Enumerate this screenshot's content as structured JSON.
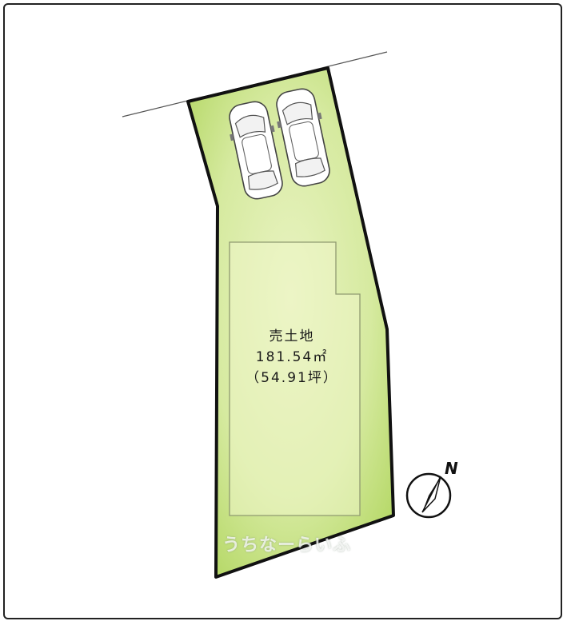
{
  "plot": {
    "title": "売土地",
    "area_sqm": "181.54㎡",
    "area_tsubo": "（54.91坪）"
  },
  "watermark": "うちなーらいふ",
  "compass": {
    "label": "N"
  },
  "colors": {
    "lot_fill": "#c9e38a",
    "lot_fill_inner": "#e4f0b6",
    "lot_border": "#111111",
    "building_line": "#8f9a70",
    "road_line": "#555555"
  },
  "icons": {
    "car": "car-icon",
    "compass": "north-arrow-icon"
  }
}
